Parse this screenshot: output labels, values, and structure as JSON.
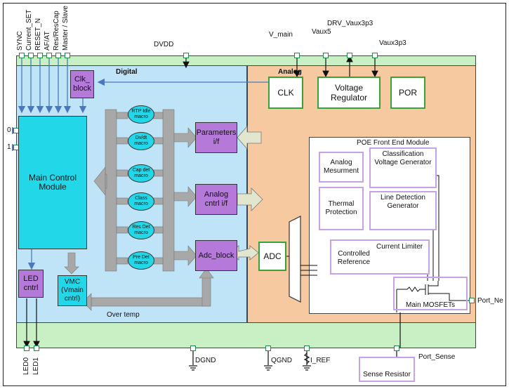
{
  "top_pins": [
    "SYNC",
    "Current_SET",
    "RESET_N",
    "AF/AT",
    "Res/ResCap",
    "Master / Slave"
  ],
  "dvdd": "DVDD",
  "v_main": "V_main",
  "vaux5": "Vaux5",
  "drv_vaux3p3": "DRV_Vaux3p3",
  "vaux3p3": "Vaux3p3",
  "digital_title": "Digital",
  "analog_title": "Analog",
  "clk_block": "Clk_ block",
  "clk": "CLK",
  "voltage_regulator": "Voltage Regulator",
  "por": "POR",
  "main_control": "Main Control Module",
  "pin_0": "0",
  "pin_1": "1",
  "macros": [
    "RTP Idle macro",
    "Dv/dt macro",
    "Cap det macro",
    "Class macro",
    "Res Det macro",
    "Pre Det macro"
  ],
  "parameters_if": "Parameters i/f",
  "analog_cntrl_if": "Analog cntrl i/f",
  "adc_block": "Adc_block",
  "adc": "ADC",
  "led_cntrl": "LED cntrl",
  "vmc": "VMC (Vmain cntrl)",
  "over_temp": "Over temp",
  "poe_title": "POE Front End Module",
  "analog_measurement": "Analog Mesurment",
  "classification": "Classification Voltage Generator",
  "thermal": "Thermal Protection",
  "line_detection": "Line Detection Generator",
  "controlled_reference": "Controlled Reference",
  "current_limiter": "Current Limiter",
  "main_mosfets": "Main MOSFETs",
  "port_ne": "Port_Ne",
  "port_sense": "Port_Sense",
  "led0": "LED0",
  "led1": "LED1",
  "dgnd": "DGND",
  "qgnd": "QGND",
  "i_ref": "I_REF",
  "sense_resistor": "Sense Resistor",
  "colors": {
    "outer_green": "#c9f0c4",
    "digital_bg": "#bfe3f7",
    "analog_bg": "#f7c9a0",
    "cyan_block": "#22d7e8",
    "purple_block": "#b57ad9",
    "bus_gray": "#a8a8a8"
  }
}
